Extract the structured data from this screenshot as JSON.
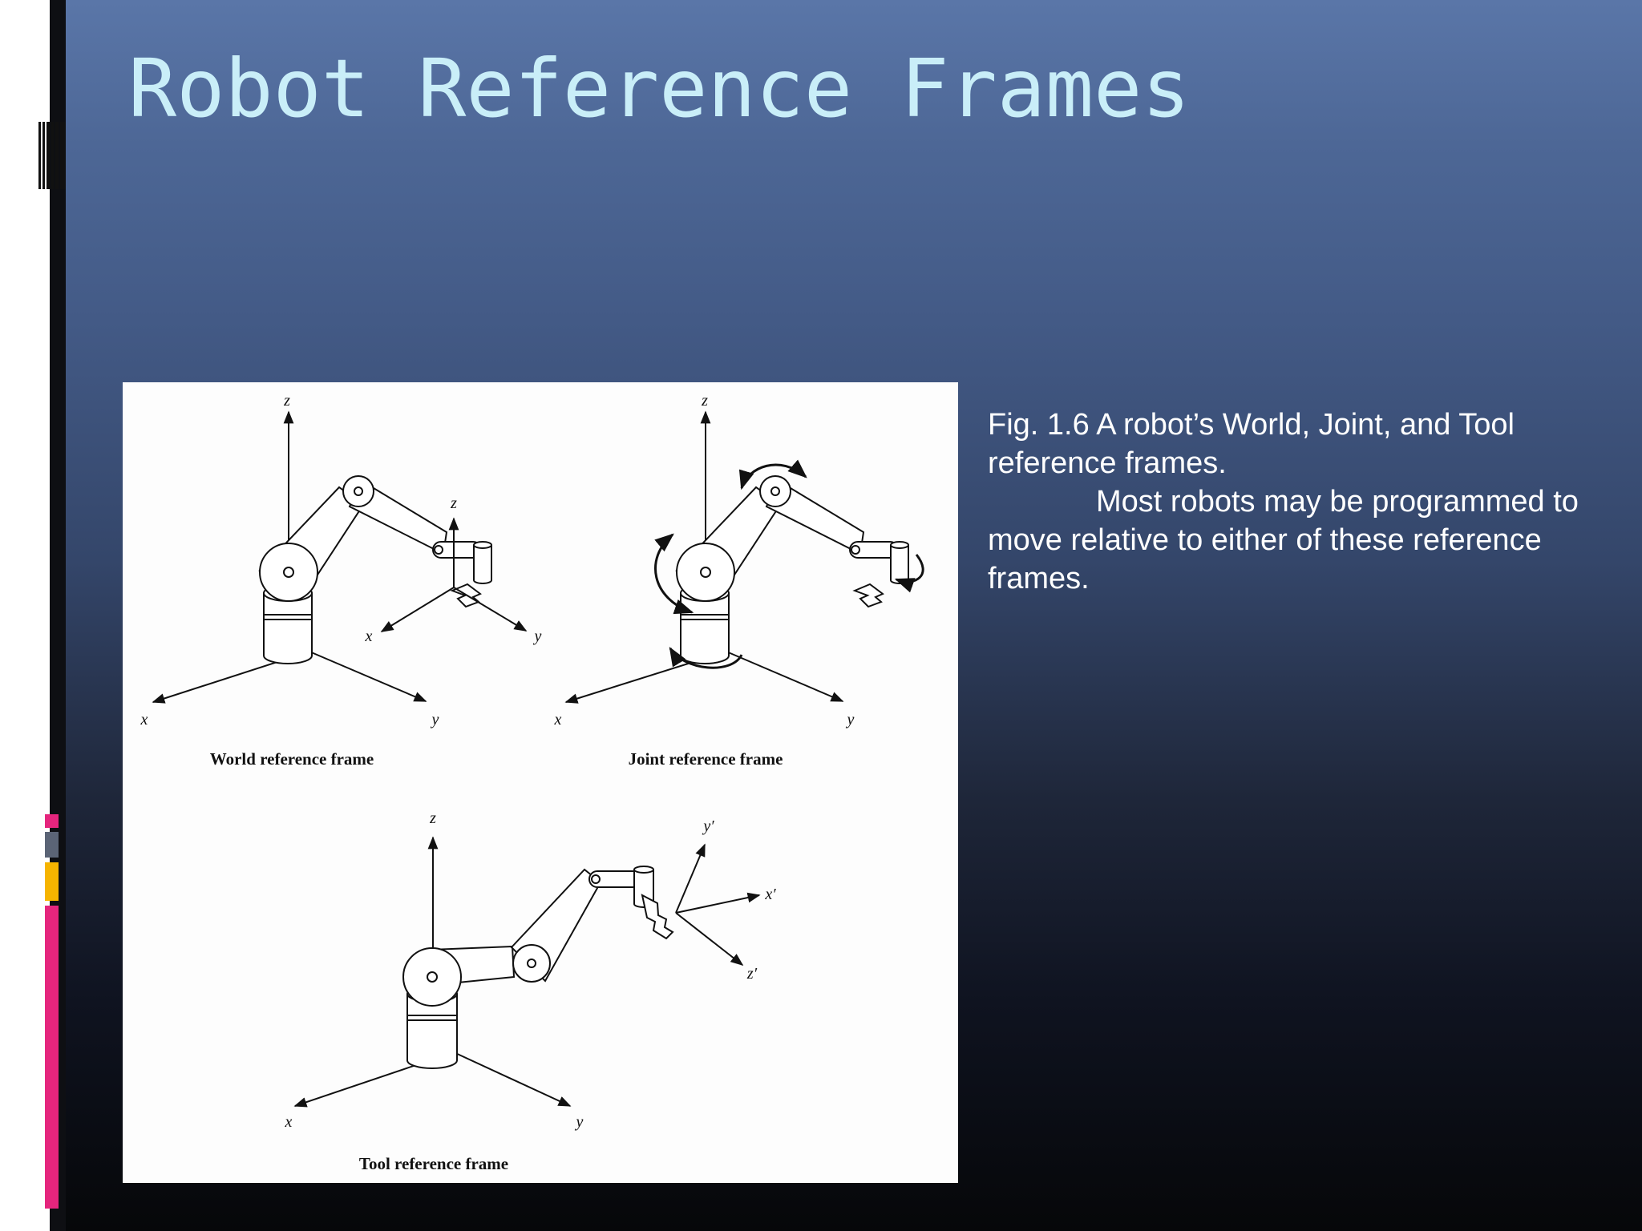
{
  "slide": {
    "title": "Robot Reference Frames",
    "caption": {
      "line1": "Fig. 1.6 A robot’s World, Joint, and Tool reference frames.",
      "line2": "Most robots may be programmed to move relative to either of these reference frames."
    }
  },
  "figure": {
    "world": {
      "caption": "World reference frame",
      "axis_z": "z",
      "axis_x": "x",
      "axis_y": "y",
      "tool_z": "z",
      "tool_x": "x",
      "tool_y": "y"
    },
    "joint": {
      "caption": "Joint reference frame",
      "axis_z": "z",
      "axis_x": "x",
      "axis_y": "y"
    },
    "tool": {
      "caption": "Tool reference frame",
      "axis_z": "z",
      "axis_x": "x",
      "axis_y": "y",
      "axis_xp": "x′",
      "axis_yp": "y′",
      "axis_zp": "z′"
    }
  },
  "colors": {
    "title": "#c9eef8",
    "background_top": "#5a76a8",
    "background_bottom": "#060709",
    "accent_pink": "#e5257d",
    "accent_yellow": "#f6b400",
    "accent_gray": "#5b6476"
  }
}
